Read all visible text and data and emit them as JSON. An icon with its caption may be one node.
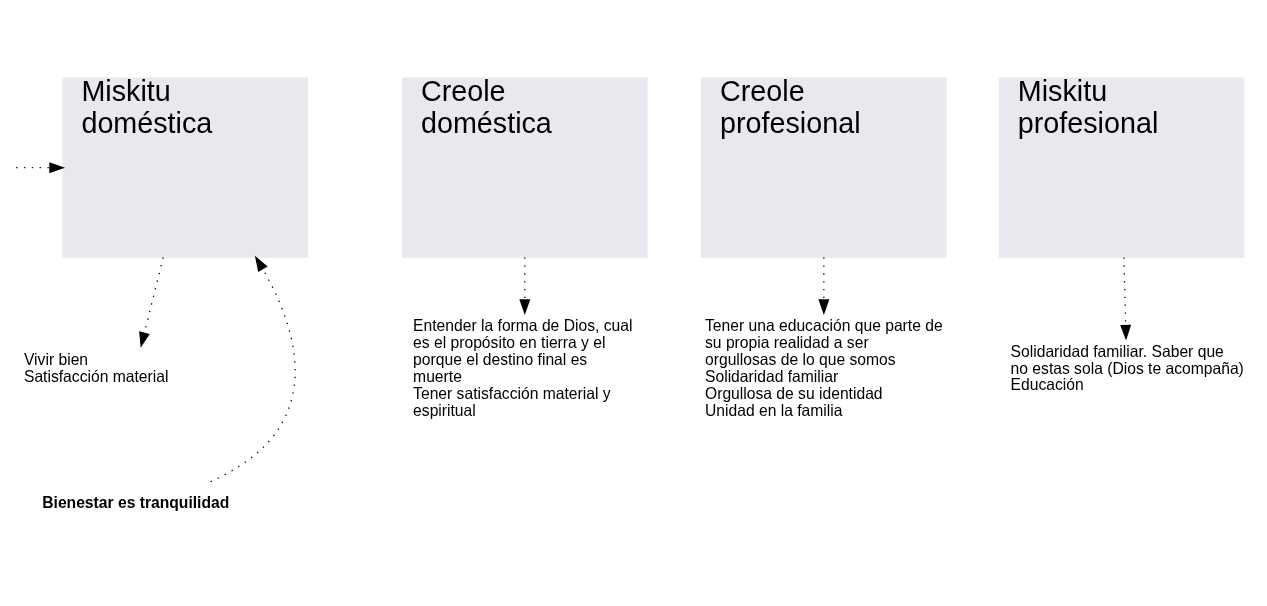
{
  "diagram": {
    "nodes": [
      {
        "text": [
          "Miskitu doméstica"
        ]
      },
      {
        "text": [
          "Creole doméstica"
        ]
      },
      {
        "text": [
          "Creole profesional"
        ]
      },
      {
        "text": [
          "Miskitu profesional"
        ]
      },
      {
        "text": [
          "Vivir bien",
          "Satisfacción material"
        ]
      },
      {
        "text": [
          "Entender la forma de Dios, cual es el propósito en tierra y el porque el destino final es muerte",
          "Tener satisfacción material y espiritual"
        ]
      },
      {
        "text": [
          "Tener una educación que parte de su propia realidad a ser orgullosas de lo que somos",
          "Solidaridad familiar",
          "Orgullosa de su identidad",
          "Unidad en la familia"
        ]
      },
      {
        "text": [
          "Solidaridad familiar. Saber que no estas sola (Dios te acompaña) Educación"
        ]
      },
      {
        "text": [
          "Bienestar es tranquilidad"
        ]
      }
    ],
    "edges": [
      {
        "from": 0,
        "to": 4,
        "arrow": "to",
        "style": "dashed"
      },
      {
        "from": 1,
        "to": 5,
        "arrow": "to",
        "style": "dashed"
      },
      {
        "from": 2,
        "to": 6,
        "arrow": "to",
        "style": "dashed"
      },
      {
        "from": 3,
        "to": 7,
        "arrow": "to",
        "style": "dashed"
      },
      {
        "from": null,
        "to": 0,
        "arrow": "to",
        "style": "dashed"
      },
      {
        "from": 8,
        "to": 0,
        "arrow": "to",
        "style": "dashed"
      }
    ]
  }
}
